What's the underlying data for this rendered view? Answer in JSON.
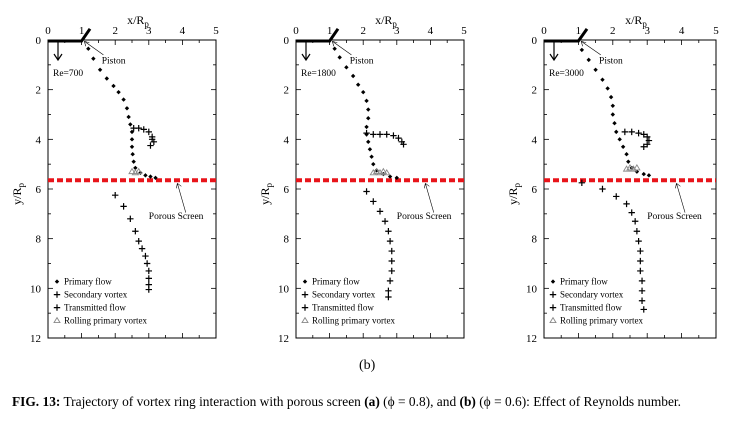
{
  "panel_label": "(b)",
  "caption": {
    "lead": "FIG. 13:",
    "text1": " Trajectory of vortex ring interaction with porous screen ",
    "a": "(a)",
    "text2": " (ϕ = 0.8), and ",
    "b": "(b)",
    "text3": " (ϕ = 0.6): Effect of Reynolds number."
  },
  "colors": {
    "screen": "#e8141a",
    "ink": "#000000",
    "rolling": "#8a8a8a"
  },
  "chart_data": [
    {
      "type": "scatter",
      "xlabel": "x/R",
      "xlabel_sub": "p",
      "ylabel": "y/R",
      "ylabel_sub": "p",
      "xlim": [
        0,
        5
      ],
      "ylim": [
        0,
        12
      ],
      "xticks": [
        "0",
        "1",
        "2",
        "3",
        "4",
        "5"
      ],
      "yticks": [
        "0",
        "2",
        "4",
        "6",
        "8",
        "10",
        "12"
      ],
      "re_label": "Re=700",
      "piston_label": "Piston",
      "screen_label": "Porous Screen",
      "screen_y": 5.65,
      "legend": [
        "Primary flow",
        "Secondary vortex",
        "Transmitted flow",
        "Rolling primary vortex"
      ],
      "series": [
        {
          "name": "Primary flow",
          "marker": "diamond",
          "points": [
            [
              1.2,
              0.35
            ],
            [
              1.35,
              0.75
            ],
            [
              1.55,
              1.2
            ],
            [
              1.75,
              1.55
            ],
            [
              1.95,
              1.85
            ],
            [
              2.1,
              2.1
            ],
            [
              2.25,
              2.4
            ],
            [
              2.35,
              2.75
            ],
            [
              2.4,
              3.1
            ],
            [
              2.45,
              3.4
            ],
            [
              2.5,
              3.7
            ],
            [
              2.5,
              4.0
            ],
            [
              2.5,
              4.3
            ],
            [
              2.52,
              4.6
            ],
            [
              2.55,
              4.9
            ],
            [
              2.6,
              5.15
            ],
            [
              2.75,
              5.35
            ],
            [
              2.9,
              5.45
            ],
            [
              3.05,
              5.5
            ],
            [
              3.2,
              5.55
            ]
          ]
        },
        {
          "name": "Secondary vortex",
          "marker": "plus",
          "points": [
            [
              2.55,
              3.55
            ],
            [
              2.7,
              3.55
            ],
            [
              2.85,
              3.6
            ],
            [
              3.0,
              3.7
            ],
            [
              3.1,
              3.9
            ],
            [
              3.15,
              4.1
            ],
            [
              3.05,
              4.25
            ],
            [
              3.1,
              4.0
            ]
          ]
        },
        {
          "name": "Transmitted flow",
          "marker": "plus",
          "points": [
            [
              2.0,
              6.25
            ],
            [
              2.25,
              6.7
            ],
            [
              2.45,
              7.2
            ],
            [
              2.6,
              7.7
            ],
            [
              2.7,
              8.1
            ],
            [
              2.8,
              8.4
            ],
            [
              2.9,
              8.7
            ],
            [
              2.95,
              9.0
            ],
            [
              3.0,
              9.3
            ],
            [
              3.0,
              9.6
            ],
            [
              3.0,
              9.85
            ],
            [
              3.0,
              10.05
            ]
          ]
        },
        {
          "name": "Rolling primary vortex",
          "marker": "triangle",
          "points": [
            [
              2.5,
              5.3
            ],
            [
              2.6,
              5.35
            ],
            [
              2.7,
              5.3
            ]
          ]
        }
      ]
    },
    {
      "type": "scatter",
      "xlabel": "x/R",
      "xlabel_sub": "p",
      "ylabel": "y/R",
      "ylabel_sub": "p",
      "xlim": [
        0,
        5
      ],
      "ylim": [
        0,
        12
      ],
      "xticks": [
        "0",
        "1",
        "2",
        "3",
        "4",
        "5"
      ],
      "yticks": [
        "0",
        "2",
        "4",
        "6",
        "8",
        "10",
        "12"
      ],
      "re_label": "Re=1800",
      "piston_label": "Piston",
      "screen_label": "Porous Screen",
      "screen_y": 5.65,
      "legend": [
        "Primary flow",
        "Secondary vortex",
        "Transmitted flow",
        "Rolling primary vortex"
      ],
      "series": [
        {
          "name": "Primary flow",
          "marker": "diamond",
          "points": [
            [
              1.15,
              0.35
            ],
            [
              1.3,
              0.7
            ],
            [
              1.5,
              1.1
            ],
            [
              1.7,
              1.45
            ],
            [
              1.85,
              1.8
            ],
            [
              2.0,
              2.1
            ],
            [
              2.1,
              2.45
            ],
            [
              2.15,
              2.8
            ],
            [
              2.15,
              3.15
            ],
            [
              2.1,
              3.5
            ],
            [
              2.1,
              3.8
            ],
            [
              2.15,
              4.1
            ],
            [
              2.2,
              4.4
            ],
            [
              2.25,
              4.7
            ],
            [
              2.3,
              5.0
            ],
            [
              2.4,
              5.25
            ],
            [
              2.6,
              5.4
            ],
            [
              2.8,
              5.5
            ],
            [
              3.0,
              5.55
            ]
          ]
        },
        {
          "name": "Secondary vortex",
          "marker": "plus",
          "points": [
            [
              2.1,
              3.75
            ],
            [
              2.3,
              3.8
            ],
            [
              2.5,
              3.8
            ],
            [
              2.7,
              3.8
            ],
            [
              2.9,
              3.85
            ],
            [
              3.05,
              3.95
            ],
            [
              3.15,
              4.1
            ],
            [
              3.2,
              4.2
            ]
          ]
        },
        {
          "name": "Transmitted flow",
          "marker": "plus",
          "points": [
            [
              2.1,
              6.1
            ],
            [
              2.3,
              6.5
            ],
            [
              2.5,
              6.9
            ],
            [
              2.65,
              7.3
            ],
            [
              2.75,
              7.7
            ],
            [
              2.8,
              8.1
            ],
            [
              2.85,
              8.5
            ],
            [
              2.85,
              8.9
            ],
            [
              2.85,
              9.3
            ],
            [
              2.8,
              9.7
            ],
            [
              2.75,
              10.1
            ],
            [
              2.75,
              10.35
            ]
          ]
        },
        {
          "name": "Rolling primary vortex",
          "marker": "triangle",
          "points": [
            [
              2.3,
              5.35
            ],
            [
              2.4,
              5.3
            ],
            [
              2.5,
              5.35
            ],
            [
              2.6,
              5.3
            ],
            [
              2.7,
              5.35
            ]
          ]
        }
      ]
    },
    {
      "type": "scatter",
      "xlabel": "x/R",
      "xlabel_sub": "p",
      "ylabel": "y/R",
      "ylabel_sub": "p",
      "xlim": [
        0,
        5
      ],
      "ylim": [
        0,
        12
      ],
      "xticks": [
        "0",
        "1",
        "2",
        "3",
        "4",
        "5"
      ],
      "yticks": [
        "0",
        "2",
        "4",
        "6",
        "8",
        "10",
        "12"
      ],
      "re_label": "Re=3000",
      "piston_label": "Piston",
      "screen_label": "Porous Screen",
      "screen_y": 5.65,
      "legend": [
        "Primary flow",
        "Secondary vortex",
        "Transmitted flow",
        "Rolling primary vortex"
      ],
      "series": [
        {
          "name": "Primary flow",
          "marker": "diamond",
          "points": [
            [
              1.1,
              0.4
            ],
            [
              1.3,
              0.8
            ],
            [
              1.5,
              1.2
            ],
            [
              1.7,
              1.6
            ],
            [
              1.85,
              1.95
            ],
            [
              1.95,
              2.3
            ],
            [
              2.0,
              2.65
            ],
            [
              2.0,
              3.0
            ],
            [
              2.05,
              3.35
            ],
            [
              2.1,
              3.7
            ],
            [
              2.2,
              4.0
            ],
            [
              2.3,
              4.3
            ],
            [
              2.4,
              4.6
            ],
            [
              2.45,
              4.9
            ],
            [
              2.55,
              5.15
            ],
            [
              2.7,
              5.3
            ],
            [
              2.9,
              5.4
            ],
            [
              3.05,
              5.45
            ]
          ]
        },
        {
          "name": "Secondary vortex",
          "marker": "plus",
          "points": [
            [
              2.35,
              3.7
            ],
            [
              2.55,
              3.7
            ],
            [
              2.75,
              3.75
            ],
            [
              2.9,
              3.8
            ],
            [
              3.0,
              3.9
            ],
            [
              3.05,
              4.05
            ],
            [
              3.0,
              4.2
            ],
            [
              2.9,
              4.3
            ]
          ]
        },
        {
          "name": "Transmitted flow",
          "marker": "plus",
          "points": [
            [
              1.1,
              5.75
            ],
            [
              1.7,
              6.0
            ],
            [
              2.1,
              6.3
            ],
            [
              2.4,
              6.6
            ],
            [
              2.55,
              6.95
            ],
            [
              2.65,
              7.3
            ],
            [
              2.7,
              7.7
            ],
            [
              2.75,
              8.1
            ],
            [
              2.8,
              8.5
            ],
            [
              2.8,
              8.9
            ],
            [
              2.8,
              9.3
            ],
            [
              2.85,
              9.7
            ],
            [
              2.85,
              10.1
            ],
            [
              2.85,
              10.5
            ],
            [
              2.9,
              10.85
            ]
          ]
        },
        {
          "name": "Rolling primary vortex",
          "marker": "triangle",
          "points": [
            [
              2.4,
              5.2
            ],
            [
              2.5,
              5.15
            ],
            [
              2.6,
              5.2
            ],
            [
              2.7,
              5.15
            ]
          ]
        }
      ]
    }
  ]
}
